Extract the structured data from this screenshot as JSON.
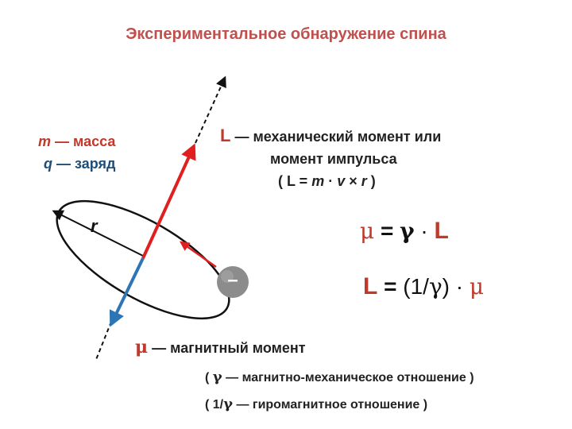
{
  "title": "Экспериментальное обнаружение спина",
  "left_labels": {
    "m_symbol": "m",
    "m_text": " — масса",
    "q_symbol": "q",
    "q_text": " — заряд"
  },
  "radius_label": "r",
  "electron_sign": "–",
  "L_label": {
    "symbol": "L",
    "line1": " — механический момент или",
    "line2": "момент импульса",
    "line3_prefix": "( L = ",
    "line3_m": "m",
    "line3_mid": " · ",
    "line3_v": "v",
    "line3_x": " × ",
    "line3_r": "r",
    "line3_suffix": " )"
  },
  "formula1": {
    "mu": "μ",
    "eq": " = ",
    "gamma": "γ",
    "dot": " · ",
    "L": "L"
  },
  "formula2": {
    "L": "L",
    "eq": " = ",
    "inv": "(1/",
    "gamma": "γ",
    "close": ")",
    "dot": " · ",
    "mu": "μ"
  },
  "mu_label": {
    "symbol": "μ",
    "text": " — магнитный момент"
  },
  "gamma_note": {
    "open": "( ",
    "symbol": "γ",
    "text": " — магнитно-механическое отношение )"
  },
  "inv_gamma_note": {
    "open": "( 1/",
    "symbol": "γ",
    "text": " — гиромагнитное отношение )"
  },
  "colors": {
    "title": "#c0504d",
    "L_vector": "#e02020",
    "mu_vector": "#2e75b6",
    "electron": "#8c8c8c",
    "mu_symbol": "#c0392b",
    "L_text": "#c0392b"
  }
}
